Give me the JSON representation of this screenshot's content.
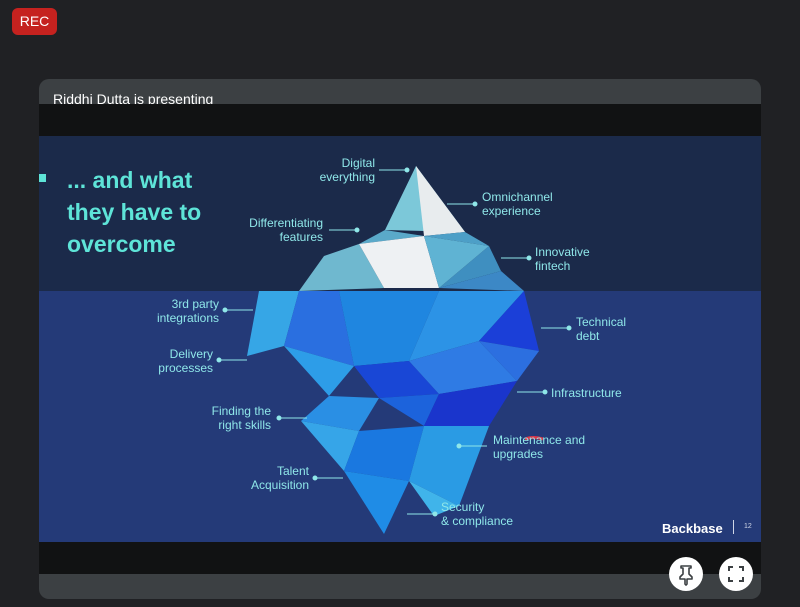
{
  "recording": {
    "label": "REC"
  },
  "tile": {
    "presenter_text": "Riddhi Dutta is presenting"
  },
  "slide": {
    "heading": "... and what\nthey have to\novercome",
    "labels_left": [
      "Digital\neverything",
      "Differentiating\nfeatures",
      "3rd party\nintegrations",
      "Delivery\nprocesses",
      "Finding the\nright skills",
      "Talent\nAcquisition"
    ],
    "labels_right": [
      "Omnichannel\nexperience",
      "Innovative\nfintech",
      "Technical\ndebt",
      "Infrastructure",
      "Maintenance and\nupgrades",
      "Security\n& compliance"
    ],
    "brand": "Backbase",
    "page_number": "12",
    "colors": {
      "above_water": "#1b2a4a",
      "below_water": "#243a78",
      "accent": "#5ee4d8"
    }
  },
  "controls": {
    "pin": "pin-icon",
    "fullscreen": "fullscreen-icon"
  }
}
